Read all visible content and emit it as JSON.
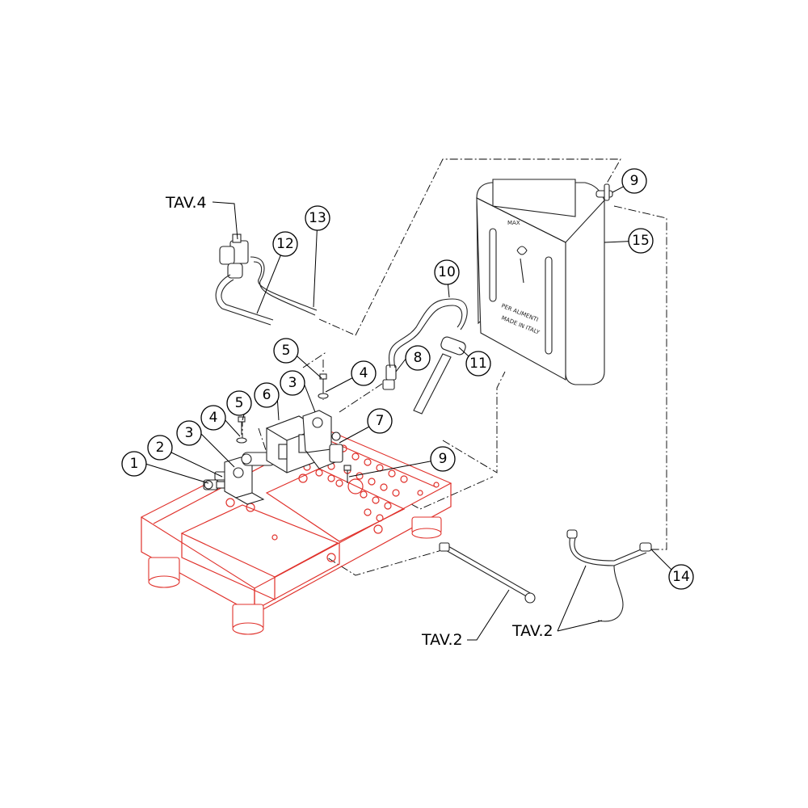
{
  "callouts": [
    {
      "id": "c1",
      "label": "1"
    },
    {
      "id": "c2",
      "label": "2"
    },
    {
      "id": "c3a",
      "label": "3"
    },
    {
      "id": "c3b",
      "label": "3"
    },
    {
      "id": "c4a",
      "label": "4"
    },
    {
      "id": "c4b",
      "label": "4"
    },
    {
      "id": "c5a",
      "label": "5"
    },
    {
      "id": "c5b",
      "label": "5"
    },
    {
      "id": "c6",
      "label": "6"
    },
    {
      "id": "c7",
      "label": "7"
    },
    {
      "id": "c8",
      "label": "8"
    },
    {
      "id": "c9a",
      "label": "9"
    },
    {
      "id": "c9b",
      "label": "9"
    },
    {
      "id": "c10",
      "label": "10"
    },
    {
      "id": "c11",
      "label": "11"
    },
    {
      "id": "c12",
      "label": "12"
    },
    {
      "id": "c13",
      "label": "13"
    },
    {
      "id": "c14",
      "label": "14"
    },
    {
      "id": "c15",
      "label": "15"
    }
  ],
  "references": {
    "tav4": "TAV.4",
    "tav2_left": "TAV.2",
    "tav2_right": "TAV.2"
  },
  "tank": {
    "max_mark": "MAX",
    "text_food": "PER ALIMENTI",
    "text_made": "MADE IN ITALY"
  },
  "colors": {
    "frame": "#e0312b",
    "lines": "#000000"
  }
}
